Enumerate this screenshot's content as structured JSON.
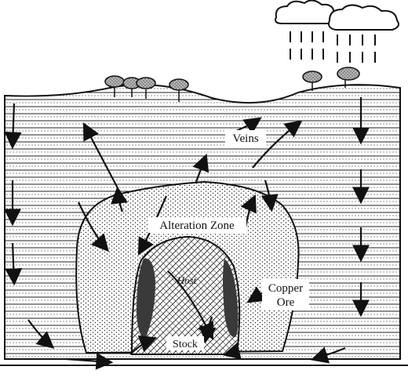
{
  "labels": {
    "veins": "Veins",
    "alteration_zone": "Alteration Zone",
    "host": "Host",
    "copper_ore_line1": "Copper",
    "copper_ore_line2": "Ore",
    "stock": "Stock"
  },
  "colors": {
    "ink": "#111111",
    "ore": "#3a3a3a",
    "paper": "#ffffff",
    "tree_canopy": "#9a9a9a"
  }
}
